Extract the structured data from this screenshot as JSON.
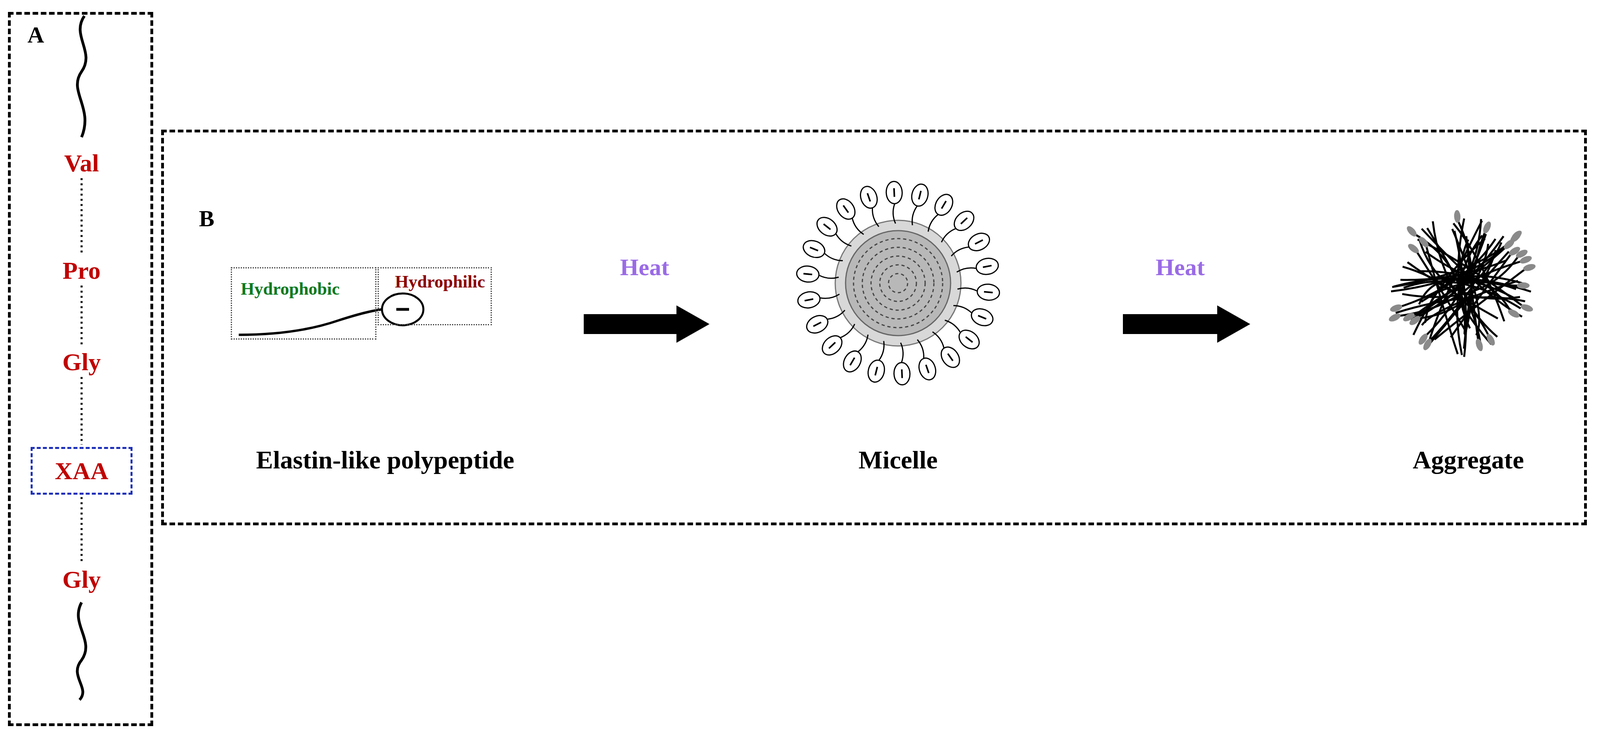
{
  "diagram": {
    "nodes": [
      {
        "text": [
          "A"
        ]
      },
      {
        "text": [
          "XAA"
        ],
        "in": 0
      },
      {
        "text": [
          "B"
        ]
      },
      {
        "text": [
          "Hydrophobic"
        ],
        "in": 2
      },
      {
        "text": [
          "Hydrophilic"
        ],
        "in": 2
      }
    ],
    "labels": [
      "Val",
      "Pro",
      "Gly",
      "Gly",
      "Heat",
      "Heat",
      "Elastin-like polypeptide",
      "Micelle",
      "Aggregate"
    ]
  }
}
